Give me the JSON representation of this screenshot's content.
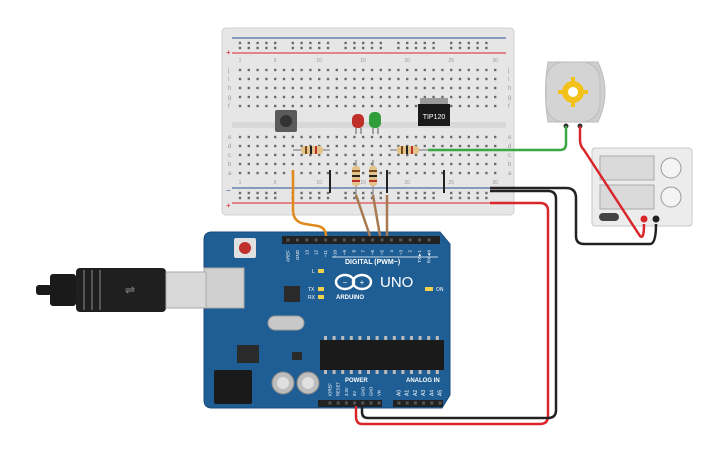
{
  "breadboard": {
    "rows_top": [
      "j",
      "i",
      "h",
      "g",
      "f"
    ],
    "rows_bottom": [
      "e",
      "d",
      "c",
      "b",
      "a"
    ],
    "col_numbers": [
      "1",
      "5",
      "10",
      "15",
      "20",
      "25",
      "30"
    ],
    "rail_plus": "+",
    "rail_minus": "−"
  },
  "ic": {
    "label": "TIP120"
  },
  "arduino": {
    "brand": "ARDUINO",
    "model": "UNO",
    "digital_label": "DIGITAL (PWM~)",
    "power_label": "POWER",
    "analog_label": "ANALOG IN",
    "on_label": "ON",
    "l_label": "L",
    "tx_label": "TX",
    "rx_label": "RX",
    "top_pin_labels": [
      "AREF",
      "GND",
      "13",
      "12",
      "~11",
      "~10",
      "~9",
      "8",
      "7",
      "~6",
      "~5",
      "4",
      "~3",
      "2",
      "TX►1",
      "RX◄0"
    ],
    "power_pin_labels": [
      "IOREF",
      "RESET",
      "3.3V",
      "5V",
      "GND",
      "GND",
      "Vin"
    ],
    "analog_pin_labels": [
      "A0",
      "A1",
      "A2",
      "A3",
      "A4",
      "A5"
    ]
  },
  "colors": {
    "board_blue": "#1f5e95",
    "wire_orange": "#e08a1e",
    "wire_brown": "#a87a52",
    "wire_red": "#d9262a",
    "wire_black": "#222222",
    "wire_green": "#3aa845",
    "led_red": "#c0302a",
    "led_green": "#2f9e3a"
  },
  "icons": [
    "usb-cable-icon",
    "motor-icon",
    "gear-icon",
    "power-supply-icon",
    "arduino-logo-icon"
  ]
}
